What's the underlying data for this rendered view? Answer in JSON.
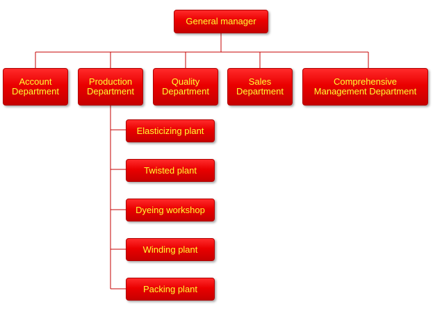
{
  "org_chart": {
    "root": {
      "label": "General manager"
    },
    "departments": [
      {
        "label": "Account\nDepartment"
      },
      {
        "label": "Production\nDepartment"
      },
      {
        "label": "Quality\nDepartment"
      },
      {
        "label": "Sales\nDepartment"
      },
      {
        "label": "Comprehensive\nManagement Department"
      }
    ],
    "production_units": [
      {
        "label": "Elasticizing plant"
      },
      {
        "label": "Twisted plant"
      },
      {
        "label": "Dyeing workshop"
      },
      {
        "label": "Winding plant"
      },
      {
        "label": "Packing plant"
      }
    ]
  },
  "colors": {
    "box_fill": "#e60000",
    "box_text": "#ffff33",
    "connector": "#c40000"
  }
}
